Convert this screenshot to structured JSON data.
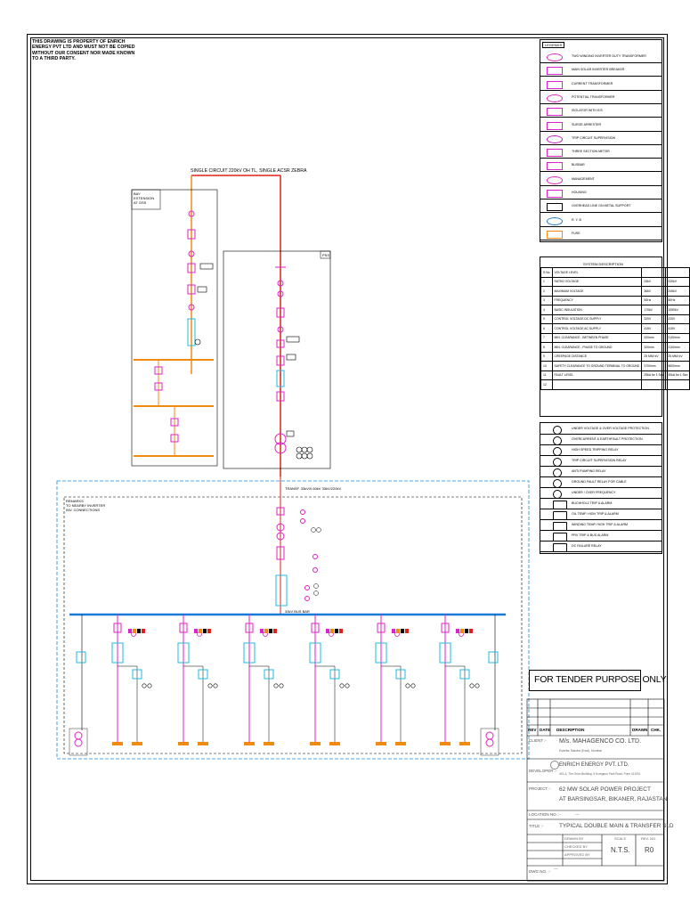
{
  "ownership_note": "THIS DRAWING IS PROPERTY OF ENRICH ENERGY PVT LTD AND MUST NOT BE COPIED WITHOUT OUR CONSENT NOR MADE KNOWN TO A THIRD PARTY.",
  "legend": {
    "title": "LEGENDS",
    "items": [
      "TWO WINDING INVERTER DUTY TRANSFORMER",
      "MAIN SOLAR INVERTER BREAKER",
      "CURRENT TRANSFORMER",
      "POTENTIAL TRANSFORMER",
      "ISOLATOR WITH E/S",
      "SURGE ARRESTER",
      "TRIP CIRCUIT SUPERVISION",
      "THREE SECTION METER",
      "BUSBAR",
      "MANAGEMENT",
      "HOUSING",
      "OVERHEAD LINE ON METAL SUPPORT",
      "R. Y. B",
      "FUSE"
    ]
  },
  "system_description": {
    "title": "SYSTEM DESCRIPTION",
    "headers": [
      "S.No",
      "VOLTAGE LEVEL",
      "",
      ""
    ],
    "rows": [
      [
        "1",
        "RATED VOLTAGE",
        "33kV",
        "220kV"
      ],
      [
        "2",
        "MAXIMUM VOLTAGE",
        "36kV",
        "245kV"
      ],
      [
        "3",
        "FREQUENCY",
        "50Hz",
        "50Hz"
      ],
      [
        "4",
        "BASIC INSULATION",
        "170kV",
        "1050kV"
      ],
      [
        "5",
        "CONTROL VOLTAGE DC SUPPLY",
        "220V",
        "220V"
      ],
      [
        "6",
        "CONTROL VOLTAGE AC SUPPLY",
        "415V",
        "415V"
      ],
      [
        "7",
        "MIN. CLEARANCE - BETWEEN PHASE",
        "320mm",
        "2100mm"
      ],
      [
        "8",
        "MIN. CLEARANCE - PHASE TO GROUND",
        "320mm",
        "2100mm"
      ],
      [
        "9",
        "CREEPAGE DISTANCE",
        "25 MM/ kV",
        "25 MM/ kV"
      ],
      [
        "10",
        "SAFETY CLEARANCE TO GROUND TERMINAL TO GROUND",
        "3700mm",
        "5500mm"
      ],
      [
        "11",
        "FAULT LEVEL",
        "25kA for 1 Sec",
        "40kA for 1 Sec"
      ],
      [
        "12",
        "",
        "",
        ""
      ]
    ]
  },
  "protection_legend": [
    "UNDER VOLTAGE & OVER VOLTAGE PROTECTION",
    "OVERCURRENT & EARTHFAULT PROTECTION",
    "HIGH SPEED TRIPPING RELAY",
    "TRIP CIRCUIT SUPERVISION RELAY",
    "ANTI PUMPING RELAY",
    "GROUND FAULT RELAY FOR CABLE",
    "UNDER / OVER FREQUENCY",
    "BUCHHOLZ TRIP & ALARM",
    "OIL TEMP. HIGH TRIP & ALARM",
    "WINDING TEMP. HIGH TRIP & ALARM",
    "PRV TRIP & BUS ALARM",
    "DC FAILURE RELAY"
  ],
  "diagram": {
    "incoming_line": "SINGLE CIRCUIT 220kV OH TL,   SINGLE ACSR ZEBRA",
    "left_panel_title": "BAY EXTENSION AT GSS",
    "right_panel_title": "PSS",
    "transformer_label": "TRANSF. 33kV/0.60kV  33kV/220kV",
    "bus_label": "33kV BUS BAR",
    "feeder_tags": [
      "REMARKS",
      "TO NEARBY INVERTER",
      "INV. CONNECTIONS"
    ]
  },
  "tender_stamp": "FOR TENDER PURPOSE ONLY",
  "revision_table": {
    "headers": [
      "REV",
      "DATE",
      "DESCRIPTION",
      "DRAWN",
      "CHK."
    ]
  },
  "title_block": {
    "client_label": "CLIENT :-",
    "client": "M/s. MAHAGENCO CO. LTD.",
    "client_sub": "Estrella, Bandra (East), Mumbai",
    "developer_label": "DEVELOPER :-",
    "developer": "ENRICH ENERGY PVT. LTD.",
    "developer_sub": "401-A, The Orion Building, 5 Koregaon Park Road, Pune 411001",
    "project_label": "PROJECT :-",
    "project_line1": "62 MW SOLAR POWER PROJECT",
    "project_line2": "AT BARSINGSAR, BIKANER, RAJASTAN",
    "location_label": "LOCATION NO. :-",
    "location_val": "---",
    "title_label": "TITLE :-",
    "title": "TYPICAL DOUBLE MAIN & TRANSFER SLD",
    "meta": [
      {
        "label": "DRAWN BY",
        "value": ""
      },
      {
        "label": "CHECKED BY",
        "value": ""
      },
      {
        "label": "APPROVED BY",
        "value": ""
      }
    ],
    "scale_label": "SCALE",
    "scale": "N.T.S.",
    "rev_label": "REV. NO.",
    "rev": "R0",
    "dwg_label": "DWG NO. :-",
    "dwg_no": "---"
  }
}
